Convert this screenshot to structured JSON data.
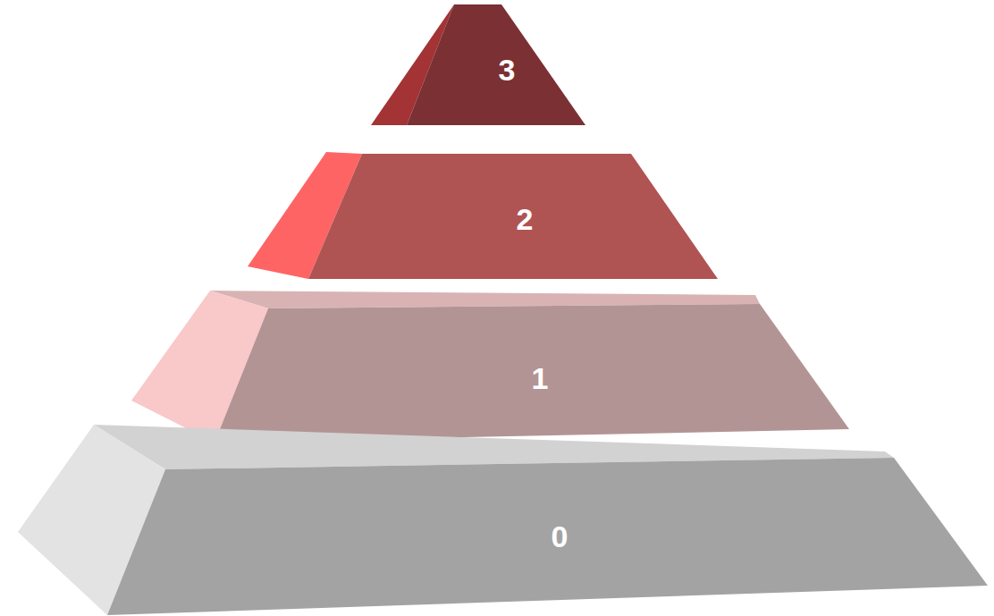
{
  "diagram": {
    "nodes": [
      {
        "text": [
          "3"
        ]
      },
      {
        "text": [
          "2"
        ]
      },
      {
        "text": [
          "1"
        ]
      },
      {
        "text": [
          "0"
        ]
      }
    ]
  }
}
